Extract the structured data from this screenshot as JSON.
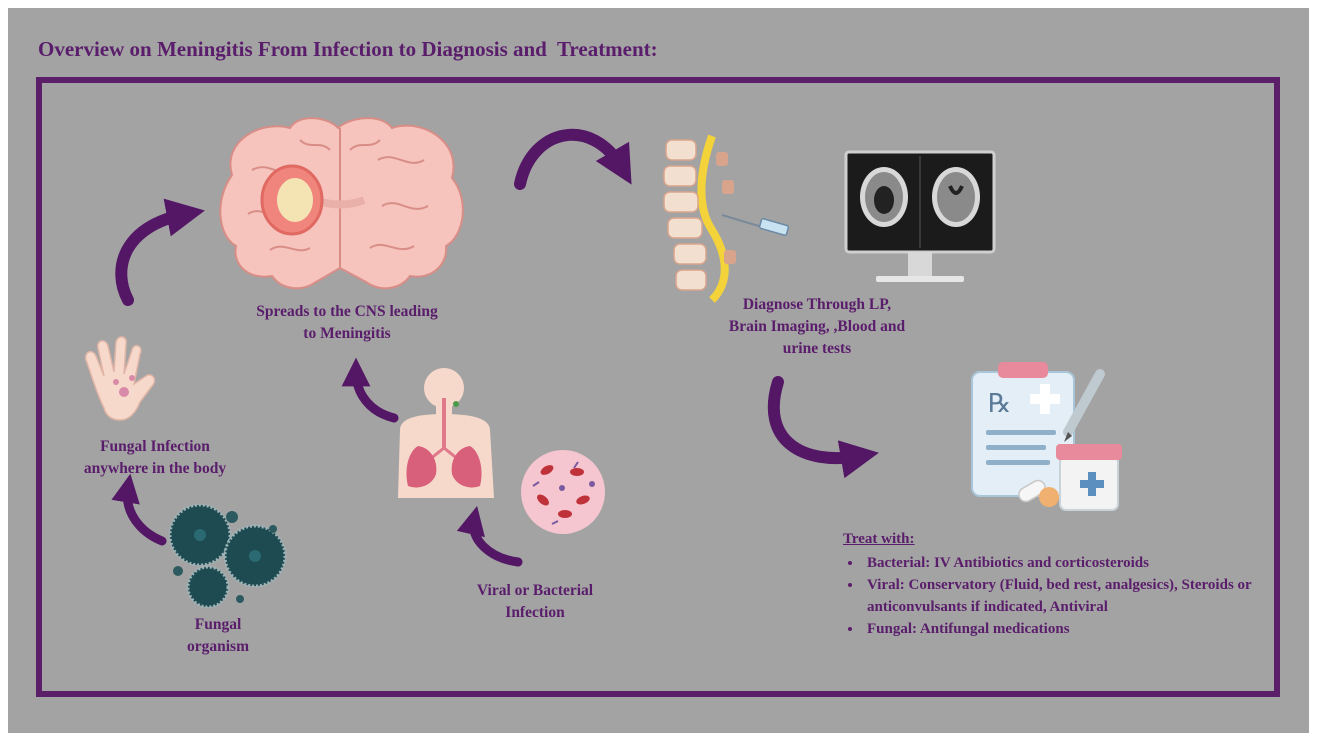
{
  "title": "Overview on Meningitis From Infection to Diagnosis and  Treatment:",
  "labels": {
    "cns_line1": "Spreads to the CNS leading",
    "cns_line2": "to Meningitis",
    "diag_line1": "Diagnose Through LP,",
    "diag_line2": "Brain Imaging, ,Blood and",
    "diag_line3": "urine tests",
    "fungal_inf_line1": "Fungal Infection",
    "fungal_inf_line2": "anywhere in the body",
    "fungal_org_line1": "Fungal",
    "fungal_org_line2": "organism",
    "viral_line1": "Viral or Bacterial",
    "viral_line2": "Infection"
  },
  "treatment": {
    "heading": "Treat with:",
    "items": [
      "Bacterial: IV Antibiotics and corticosteroids",
      "Viral: Conservatory (Fluid, bed rest, analgesics), Steroids or anticonvulsants if indicated, Antiviral",
      "Fungal: Antifungal medications"
    ]
  },
  "colors": {
    "background": "#a3a3a3",
    "frame": "#5b1f6a",
    "text": "#5a1d6b",
    "arrow": "#531765"
  }
}
